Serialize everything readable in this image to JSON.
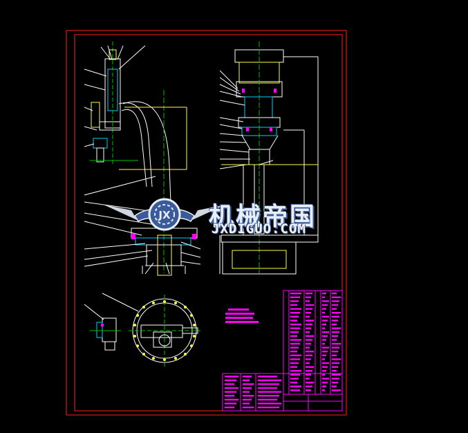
{
  "watermark": {
    "title": "机械帝国",
    "subtitle": "JXDIGUO.COM",
    "logo_text": "JX"
  },
  "colors": {
    "background": "#000000",
    "frame": "#ff2020",
    "parts": "#ffff40",
    "white": "#ffffff",
    "cyan": "#00d0ff",
    "magenta": "#ff00ff",
    "green": "#00c000",
    "table": "#ff00ff"
  },
  "icons": {
    "logo": "gear-wings-logo-icon"
  }
}
